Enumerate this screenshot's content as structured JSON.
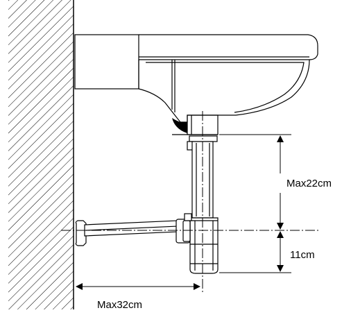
{
  "diagram": {
    "labels": {
      "trap_height": "Max22cm",
      "outlet_height": "11cm",
      "wall_distance": "Max32cm"
    },
    "colors": {
      "line": "#000000",
      "background": "#ffffff",
      "shade": "#000000"
    }
  }
}
